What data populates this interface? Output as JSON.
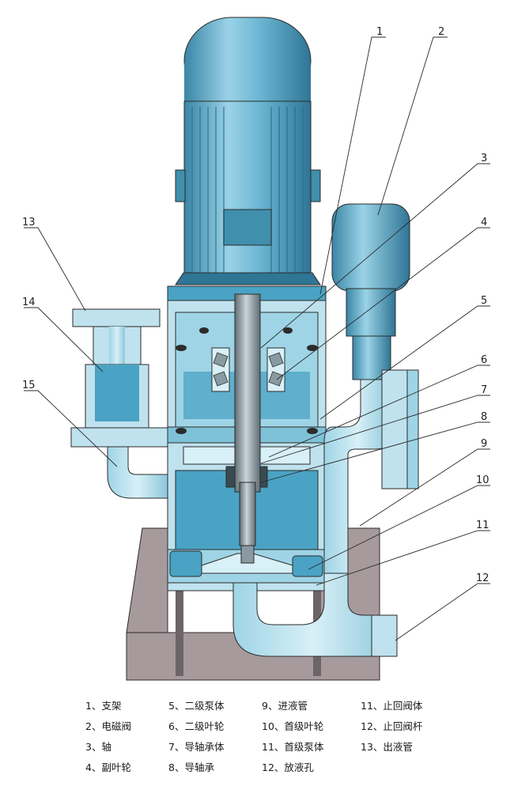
{
  "callouts": [
    "1",
    "2",
    "3",
    "4",
    "5",
    "6",
    "7",
    "8",
    "9",
    "10",
    "11",
    "12",
    "13",
    "14",
    "15"
  ],
  "legend": [
    [
      "1、支架",
      "5、二级泵体",
      "9、进液管",
      "11、止回阀体"
    ],
    [
      "2、电磁阀",
      "6、二级叶轮",
      "10、首级叶轮",
      "12、止回阀杆"
    ],
    [
      "3、轴",
      "7、导轴承体",
      "11、首级泵体",
      "13、出液管"
    ],
    [
      "4、副叶轮",
      "8、导轴承",
      "12、放液孔",
      ""
    ]
  ],
  "colors": {
    "motor_light": "#7fc6dd",
    "motor_dark": "#3f8fad",
    "body": "#bfe2ee",
    "cavity": "#4aa3c4",
    "shaft": "#8a9aa3",
    "base": "#a79a9d",
    "line": "#2b2b2b"
  }
}
